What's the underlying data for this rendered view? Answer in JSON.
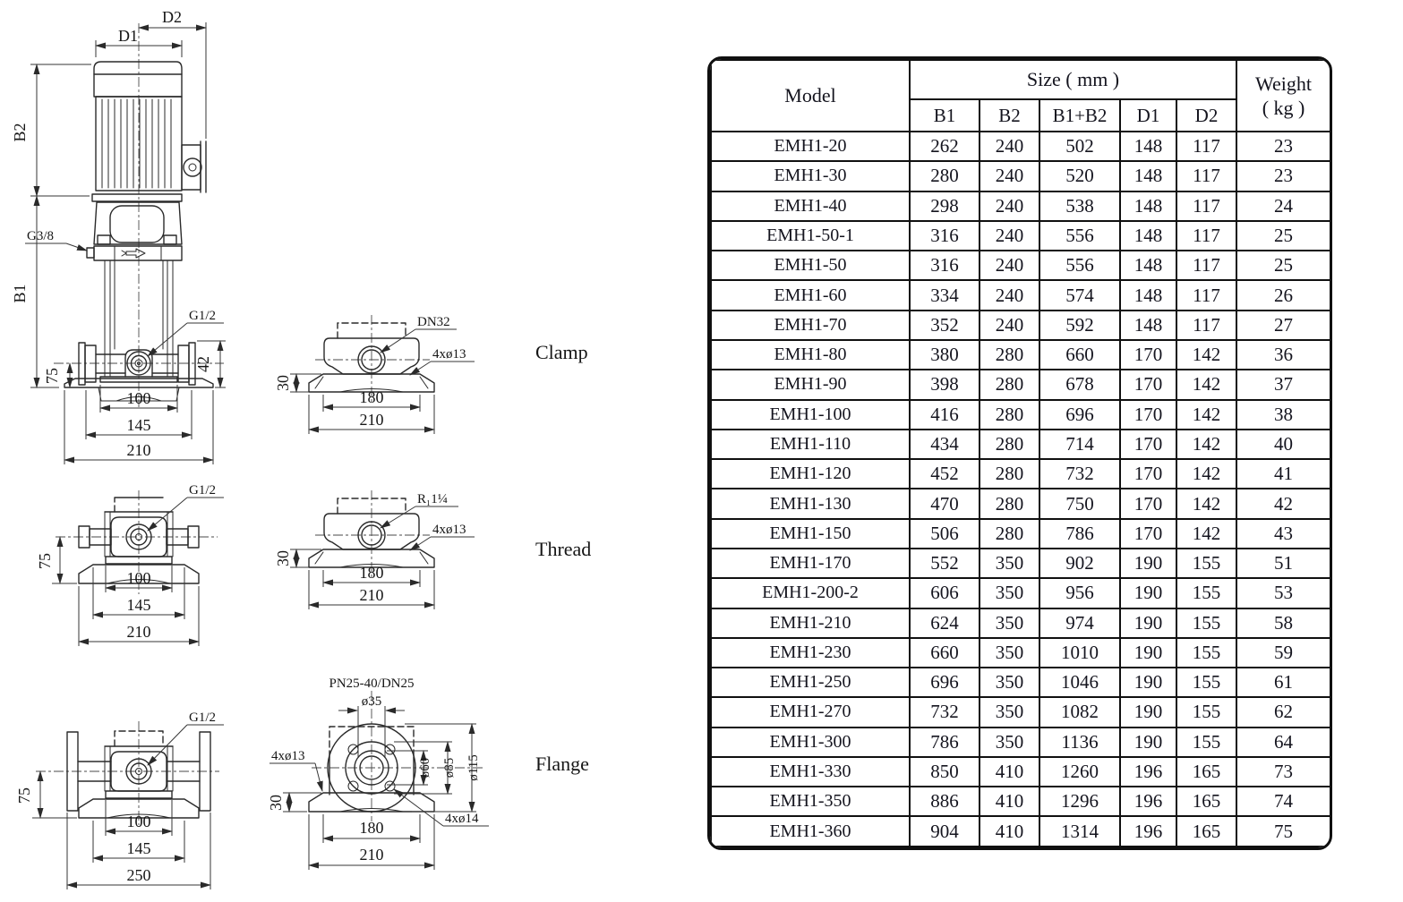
{
  "table": {
    "header": {
      "model": "Model",
      "size_group": "Size ( mm )",
      "weight_line1": "Weight",
      "weight_line2": "( kg )",
      "sub": [
        "B1",
        "B2",
        "B1+B2",
        "D1",
        "D2"
      ]
    },
    "rows": [
      [
        "EMH1-20",
        262,
        240,
        502,
        148,
        117,
        23
      ],
      [
        "EMH1-30",
        280,
        240,
        520,
        148,
        117,
        23
      ],
      [
        "EMH1-40",
        298,
        240,
        538,
        148,
        117,
        24
      ],
      [
        "EMH1-50-1",
        316,
        240,
        556,
        148,
        117,
        25
      ],
      [
        "EMH1-50",
        316,
        240,
        556,
        148,
        117,
        25
      ],
      [
        "EMH1-60",
        334,
        240,
        574,
        148,
        117,
        26
      ],
      [
        "EMH1-70",
        352,
        240,
        592,
        148,
        117,
        27
      ],
      [
        "EMH1-80",
        380,
        280,
        660,
        170,
        142,
        36
      ],
      [
        "EMH1-90",
        398,
        280,
        678,
        170,
        142,
        37
      ],
      [
        "EMH1-100",
        416,
        280,
        696,
        170,
        142,
        38
      ],
      [
        "EMH1-110",
        434,
        280,
        714,
        170,
        142,
        40
      ],
      [
        "EMH1-120",
        452,
        280,
        732,
        170,
        142,
        41
      ],
      [
        "EMH1-130",
        470,
        280,
        750,
        170,
        142,
        42
      ],
      [
        "EMH1-150",
        506,
        280,
        786,
        170,
        142,
        43
      ],
      [
        "EMH1-170",
        552,
        350,
        902,
        190,
        155,
        51
      ],
      [
        "EMH1-200-2",
        606,
        350,
        956,
        190,
        155,
        53
      ],
      [
        "EMH1-210",
        624,
        350,
        974,
        190,
        155,
        58
      ],
      [
        "EMH1-230",
        660,
        350,
        1010,
        190,
        155,
        59
      ],
      [
        "EMH1-250",
        696,
        350,
        1046,
        190,
        155,
        61
      ],
      [
        "EMH1-270",
        732,
        350,
        1082,
        190,
        155,
        62
      ],
      [
        "EMH1-300",
        786,
        350,
        1136,
        190,
        155,
        64
      ],
      [
        "EMH1-330",
        850,
        410,
        1260,
        196,
        165,
        73
      ],
      [
        "EMH1-350",
        886,
        410,
        1296,
        196,
        165,
        74
      ],
      [
        "EMH1-360",
        904,
        410,
        1314,
        196,
        165,
        75
      ]
    ]
  },
  "drawings": {
    "main": {
      "d1": "D1",
      "d2": "D2",
      "b1": "B1",
      "b2": "B2",
      "g38": "G3/8",
      "g12": "G1/2",
      "dim75": "75",
      "dim42": "42",
      "dim100": "100",
      "dim145": "145",
      "dim210": "210"
    },
    "clamp": {
      "label": "Clamp",
      "port": "DN32",
      "holes": "4xø13",
      "dim30": "30",
      "dim180": "180",
      "dim210": "210"
    },
    "thread": {
      "label": "Thread",
      "port": "R₁1¼",
      "holes": "4xø13",
      "g12": "G1/2",
      "dim30": "30",
      "dim75": "75",
      "dim100": "100",
      "dim145": "145",
      "dim180": "180",
      "dim210_left": "210",
      "dim210_right": "210"
    },
    "flange": {
      "label": "Flange",
      "spec": "PN25-40/DN25",
      "g12": "G1/2",
      "d35": "ø35",
      "d60": "ø60",
      "d85": "ø85",
      "d115": "ø115",
      "holes13": "4xø13",
      "holes14": "4xø14",
      "dim30": "30",
      "dim75": "75",
      "dim100": "100",
      "dim145": "145",
      "dim250": "250",
      "dim180": "180",
      "dim210": "210"
    }
  }
}
